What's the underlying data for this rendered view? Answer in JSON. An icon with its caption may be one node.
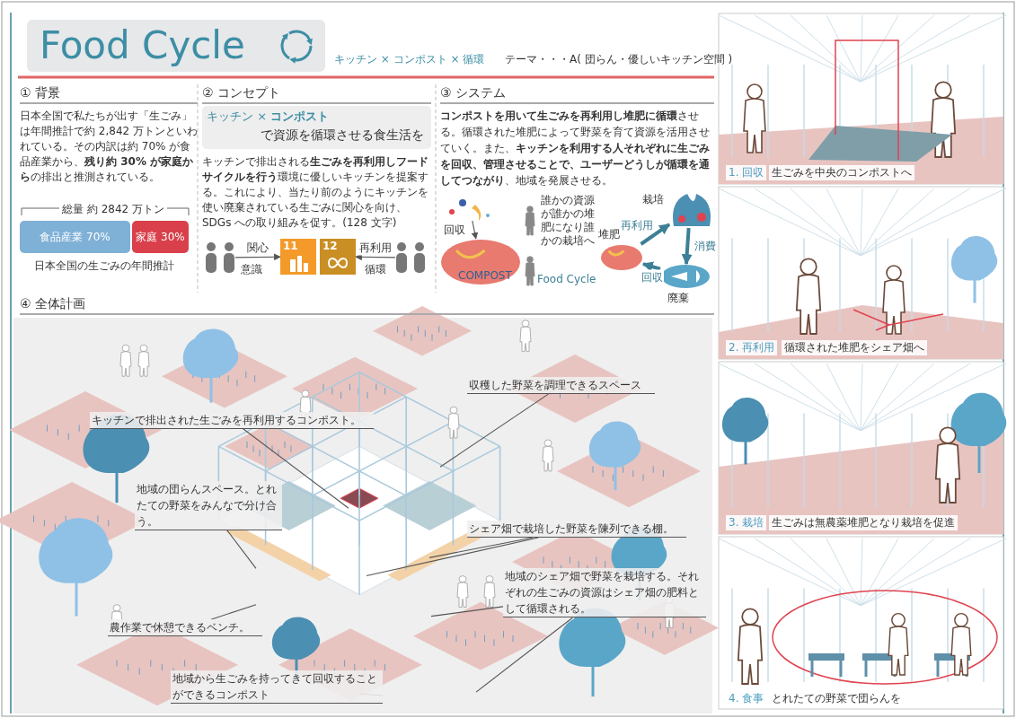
{
  "diagram": {
    "title": "Food Cycle",
    "nodes": [
      {
        "text": [
          "食品産業 70%"
        ]
      },
      {
        "text": [
          "家庭 30%"
        ]
      },
      {
        "text": [
          "キッチン × **コンポスト**",
          "で資源を循環させる食生活を"
        ]
      },
      {
        "text": [],
        "shape": "person"
      },
      {
        "text": [],
        "shape": "person"
      },
      {
        "text": [
          "11"
        ]
      },
      {
        "text": [
          "12"
        ]
      },
      {
        "text": [],
        "shape": "person"
      },
      {
        "text": [],
        "shape": "person"
      },
      {
        "text": [],
        "shape": "picture"
      },
      {
        "text": [
          "COMPOST"
        ]
      },
      {
        "text": [],
        "shape": "picture",
        "beside": [
          "堆肥"
        ]
      },
      {
        "text": [],
        "shape": "picture",
        "beside": [
          "栽培"
        ]
      },
      {
        "text": [],
        "shape": "picture",
        "beside": [
          "廃棄"
        ]
      },
      {
        "text": [
          "キッチンで排出された生ごみを再利用するコンポスト。"
        ]
      },
      {
        "text": [
          "収穫した野菜を調理できるスペース"
        ]
      },
      {
        "text": [
          "地域の団らんスペース。とれたての野菜をみんなで分け合う。"
        ]
      },
      {
        "text": [
          "シェア畑で栽培した野菜を陳列できる棚。"
        ]
      },
      {
        "text": [
          "地域のシェア畑で野菜を栽培する。それぞれの生ごみの資源はシェア畑の肥料として循環される。"
        ]
      },
      {
        "text": [
          "農作業で休憩できるベンチ。"
        ]
      },
      {
        "text": [
          "地域から生ごみを持ってきて回収することができるコンポスト"
        ]
      }
    ],
    "edges": [
      {
        "from": 4,
        "to": 5,
        "arrow": "to",
        "label": "関心"
      },
      {
        "from": 7,
        "to": 6,
        "arrow": "to",
        "label": "再利用"
      },
      {
        "from": 9,
        "to": 10,
        "arrow": "to",
        "label": "回収"
      },
      {
        "from": 11,
        "to": 12,
        "arrow": "to",
        "label": "再利用",
        "style": "thick",
        "color": "#3d7f96"
      },
      {
        "from": 12,
        "to": 13,
        "arrow": "to",
        "label": "消費",
        "style": "thick",
        "color": "#3d7f96"
      },
      {
        "from": 13,
        "to": 11,
        "arrow": "to",
        "label": "回収",
        "style": "thick",
        "color": "#3d7f96"
      },
      {
        "from": 14,
        "to": null,
        "arrow": "none"
      },
      {
        "from": 15,
        "to": null,
        "arrow": "none"
      },
      {
        "from": 16,
        "to": null,
        "arrow": "none"
      },
      {
        "from": 17,
        "to": null,
        "arrow": "none"
      },
      {
        "from": 17,
        "to": null,
        "arrow": "none"
      },
      {
        "from": 18,
        "to": null,
        "arrow": "none"
      },
      {
        "from": 18,
        "to": null,
        "arrow": "none"
      },
      {
        "from": 19,
        "to": null,
        "arrow": "none"
      },
      {
        "from": 20,
        "to": null,
        "arrow": "none"
      }
    ],
    "labels": [
      "キッチン × コンポスト × 循環",
      "テーマ・・・A( 団らん・優しいキッチン空間 )",
      "① 背景",
      "日本全国で私たちが出す「生ごみ」は年間推計で約 2,842 万トンといわれている。その内訳は約 70% が食品産業から、**残り約 30% が家庭から**の排出と推測されている。",
      "総量 約 2842 万トン",
      "日本全国の生ごみの年間推計",
      "② コンセプト",
      "キッチンで排出される**生ごみを再利用しフードサイクルを行う**環境に優しいキッチンを提案する。これにより、当たり前のようにキッチンを使い廃棄されている生ごみに関心を向け、SDGs への取り組みを促す。",
      "(128 文字)",
      "意識",
      "循環",
      "③ システム",
      "**コンポストを用いて生ごみを再利用し堆肥に循環**させる。循環された堆肥によって野菜を育て資源を活用させていく。また、**キッチンを利用する人それぞれに生ごみを回収、管理させることで、ユーザーどうしが循環を通してつながり**、地域を発展させる。",
      "誰かの資源が誰かの堆肥になり誰かの栽培へ",
      "Food Cycle",
      "④ 全体計画",
      "1. 回収",
      "生ごみを中央のコンポストへ",
      "2. 再利用",
      "循環された堆肥をシェア畑へ",
      "3. 栽培",
      "生ごみは無農薬堆肥となり栽培を促進",
      "4. 食事",
      "とれたての野菜で団らんを"
    ]
  }
}
